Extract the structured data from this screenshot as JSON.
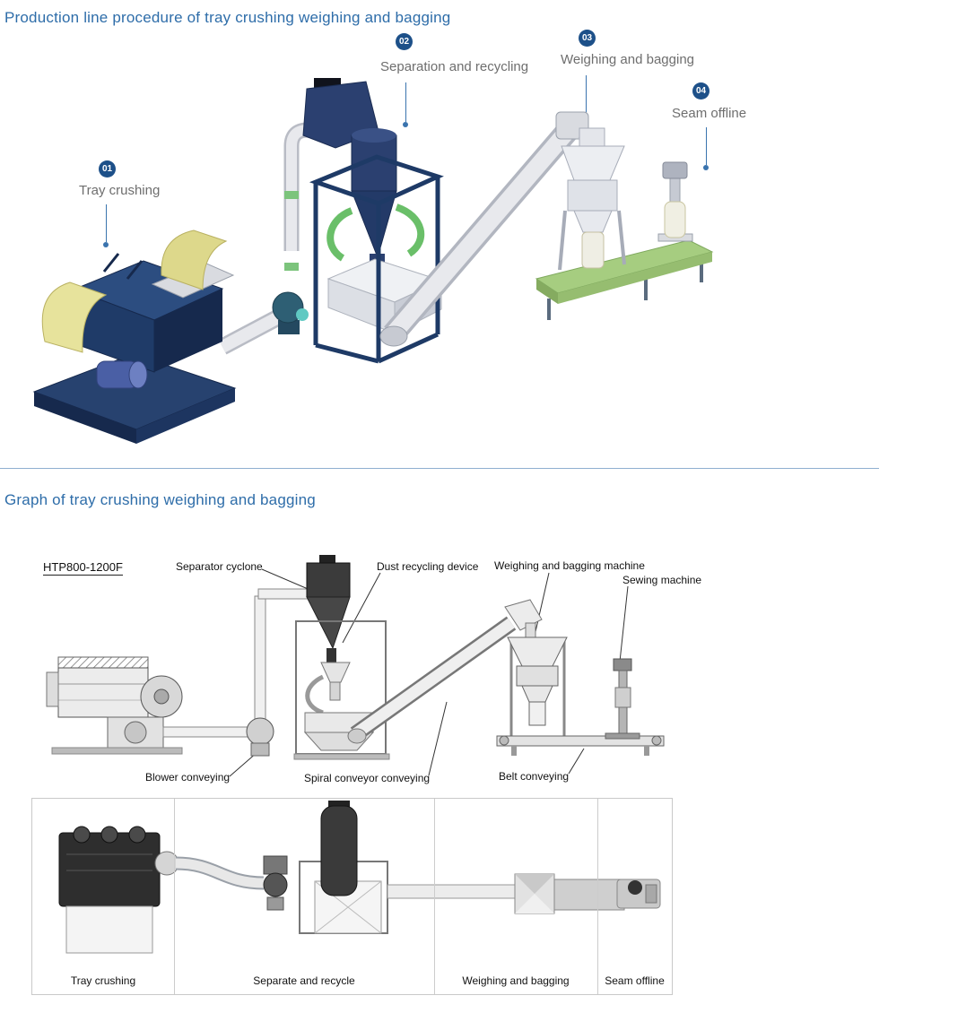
{
  "page": {
    "procedure_title": "Production line procedure of tray crushing weighing and bagging",
    "graph_title": "Graph of tray crushing weighing and bagging"
  },
  "colors": {
    "title_blue": "#2e6da9",
    "callout_circle_blue": "#1d5089",
    "callout_label_gray": "#6e6e6e",
    "machine_navy": "#1f3b68",
    "machine_yellow": "#e7e39c",
    "pipe_gray": "#e8e9ed",
    "conveyor_green": "#a6cd80",
    "divider_blue": "#8fafd0"
  },
  "procedure": {
    "callouts": [
      {
        "num": "01",
        "label": "Tray crushing"
      },
      {
        "num": "02",
        "label": "Separation and recycling"
      },
      {
        "num": "03",
        "label": "Weighing and bagging"
      },
      {
        "num": "04",
        "label": "Seam offline"
      }
    ]
  },
  "graph": {
    "model_label": "HTP800-1200F",
    "part_labels": {
      "separator_cyclone": "Separator cyclone",
      "dust_recycling_device": "Dust recycling device",
      "weighing_bagging_machine": "Weighing and bagging machine",
      "sewing_machine": "Sewing machine",
      "blower_conveying": "Blower conveying",
      "spiral_conveyor_conveying": "Spiral conveyor conveying",
      "belt_conveying": "Belt conveying"
    }
  },
  "top_view": {
    "sections": [
      {
        "label": "Tray crushing"
      },
      {
        "label": "Separate and recycle"
      },
      {
        "label": "Weighing and bagging"
      },
      {
        "label": "Seam offline"
      }
    ]
  }
}
